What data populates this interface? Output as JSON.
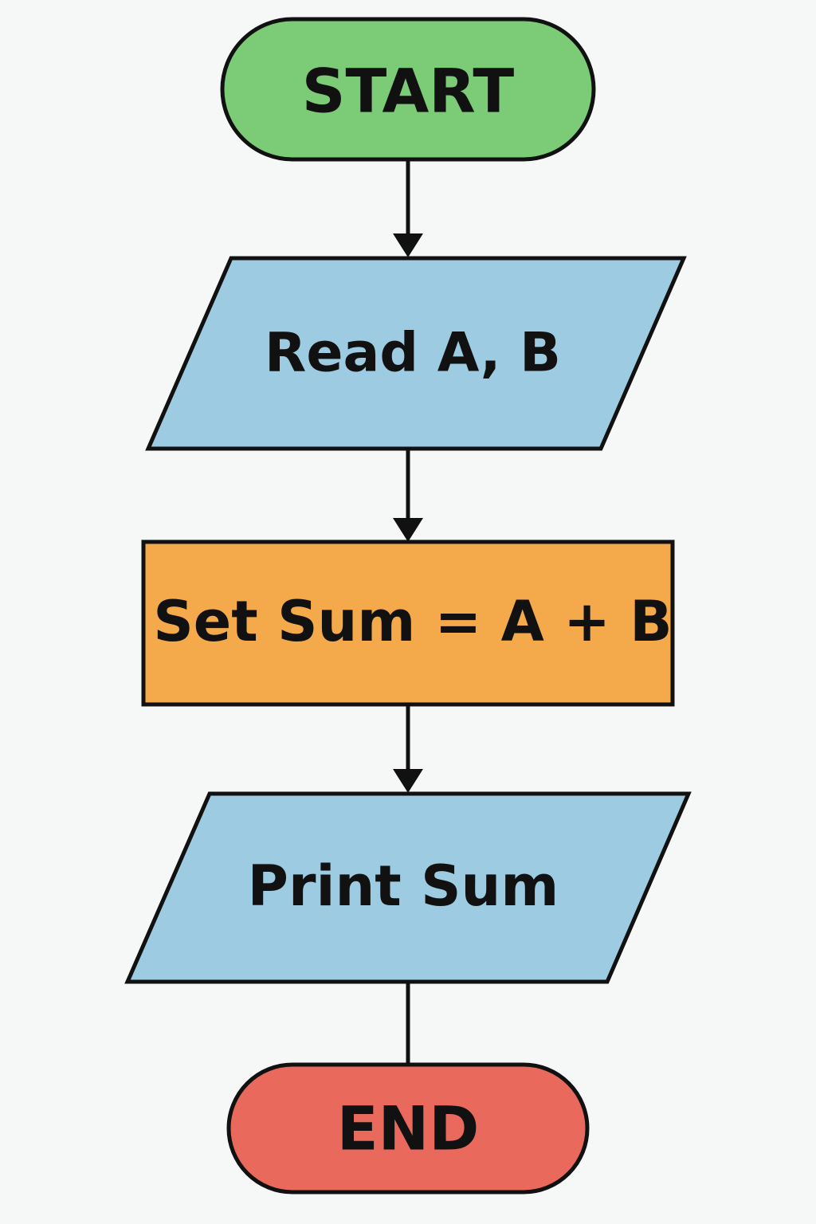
{
  "flowchart": {
    "nodes": {
      "start": {
        "label": "START",
        "shape": "terminator",
        "color": "#7ccb77"
      },
      "read": {
        "label": "Read A, B",
        "shape": "input-output",
        "color": "#9dcce2"
      },
      "process": {
        "label": "Set Sum = A + B",
        "shape": "process",
        "color": "#f4a94a"
      },
      "print": {
        "label": "Print Sum",
        "shape": "input-output",
        "color": "#9dcce2"
      },
      "end": {
        "label": "END",
        "shape": "terminator",
        "color": "#e96a5c"
      }
    },
    "edges": [
      {
        "from": "start",
        "to": "read",
        "arrow": true
      },
      {
        "from": "read",
        "to": "process",
        "arrow": true
      },
      {
        "from": "process",
        "to": "print",
        "arrow": true
      },
      {
        "from": "print",
        "to": "end",
        "arrow": false
      }
    ]
  }
}
